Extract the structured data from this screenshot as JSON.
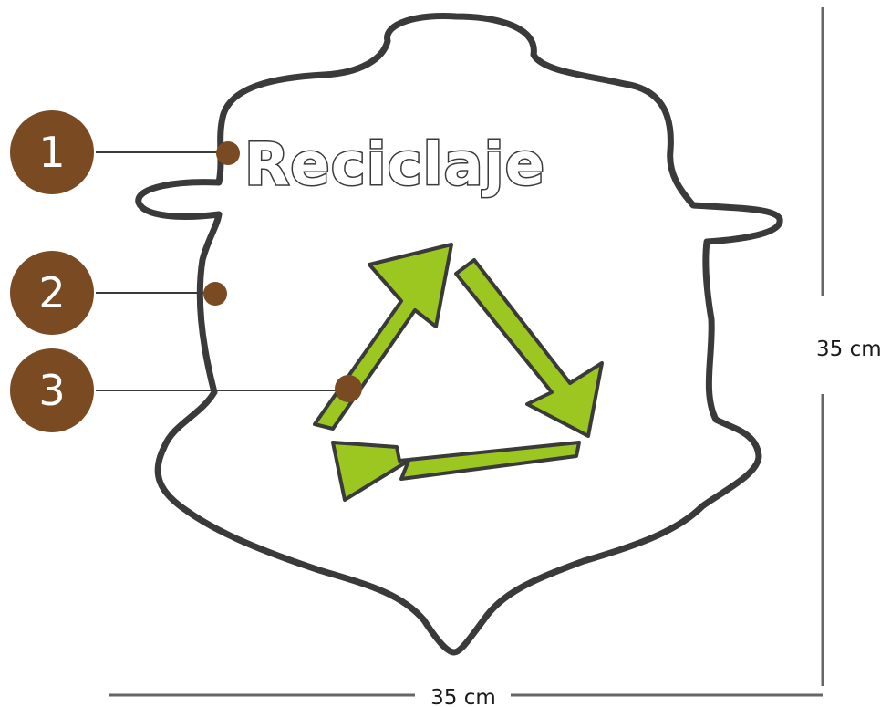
{
  "title_text": "Reciclaje",
  "markers": [
    {
      "number": "1"
    },
    {
      "number": "2"
    },
    {
      "number": "3"
    }
  ],
  "dimensions": {
    "height_label": "35 cm",
    "width_label": "35 cm"
  },
  "colors": {
    "marker_fill": "#7a4a22",
    "outline": "#3a3a3a",
    "arrow_fill": "#9cc620",
    "arrow_dark": "#4f6b12",
    "dimension_line": "#666666"
  },
  "icons": [
    "recycle-arrows-icon"
  ]
}
